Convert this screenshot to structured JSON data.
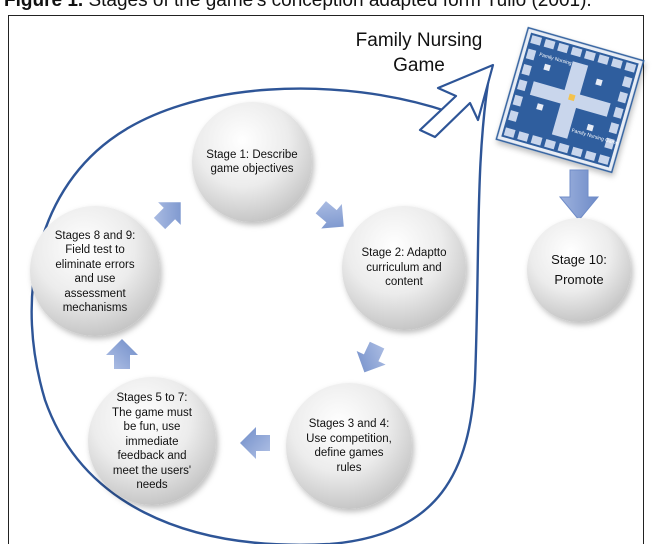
{
  "caption": {
    "label": "Figure 1.",
    "text": " Stages of the game's conception adapted form Tullo (2001)."
  },
  "game": {
    "title": "Family Nursing\nGame",
    "board_labels": [
      "Family Nursing",
      "Family Nursing Game"
    ]
  },
  "stages": [
    {
      "id": "stage-1",
      "text": "Stage 1: Describe\ngame objectives"
    },
    {
      "id": "stage-2",
      "text": "Stage 2: Adaptto\ncurriculum and\ncontent"
    },
    {
      "id": "stage-3-4",
      "text": "Stages 3 and 4:\nUse competition,\ndefine games\nrules"
    },
    {
      "id": "stage-5-7",
      "text": "Stages 5 to 7:\nThe game must\nbe fun, use\nimmediate\nfeedback and\nmeet the users'\nneeds"
    },
    {
      "id": "stage-8-9",
      "text": "Stages 8 and 9:\nField test to\neliminate  errors\nand use\nassessment\nmechanisms"
    }
  ],
  "final_stage": {
    "line1": "Stage 10:",
    "line2": "Promote"
  },
  "colors": {
    "outline_blue": "#2e5597",
    "arrow_blue": "#8fa6d6",
    "board_blue": "#2f5e9e",
    "sphere_light": "#ffffff",
    "sphere_dark": "#cfcfcf"
  }
}
